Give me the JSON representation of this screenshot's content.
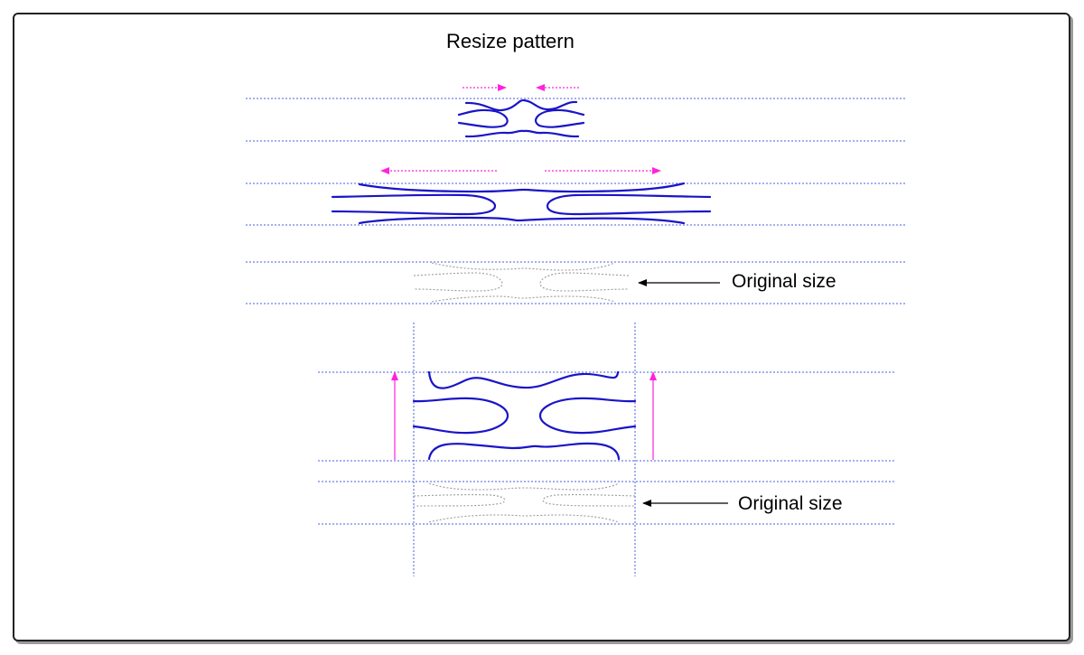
{
  "title": "Resize pattern",
  "labels": {
    "original_size_top": "Original size",
    "original_size_bottom": "Original size"
  },
  "colors": {
    "pattern_stroke": "#1a14c8",
    "guide_lines": "#4a5fe0",
    "resize_arrows": "#ff22dd",
    "original_outline": "#9a9a9a",
    "pointer_arrows": "#000000"
  }
}
